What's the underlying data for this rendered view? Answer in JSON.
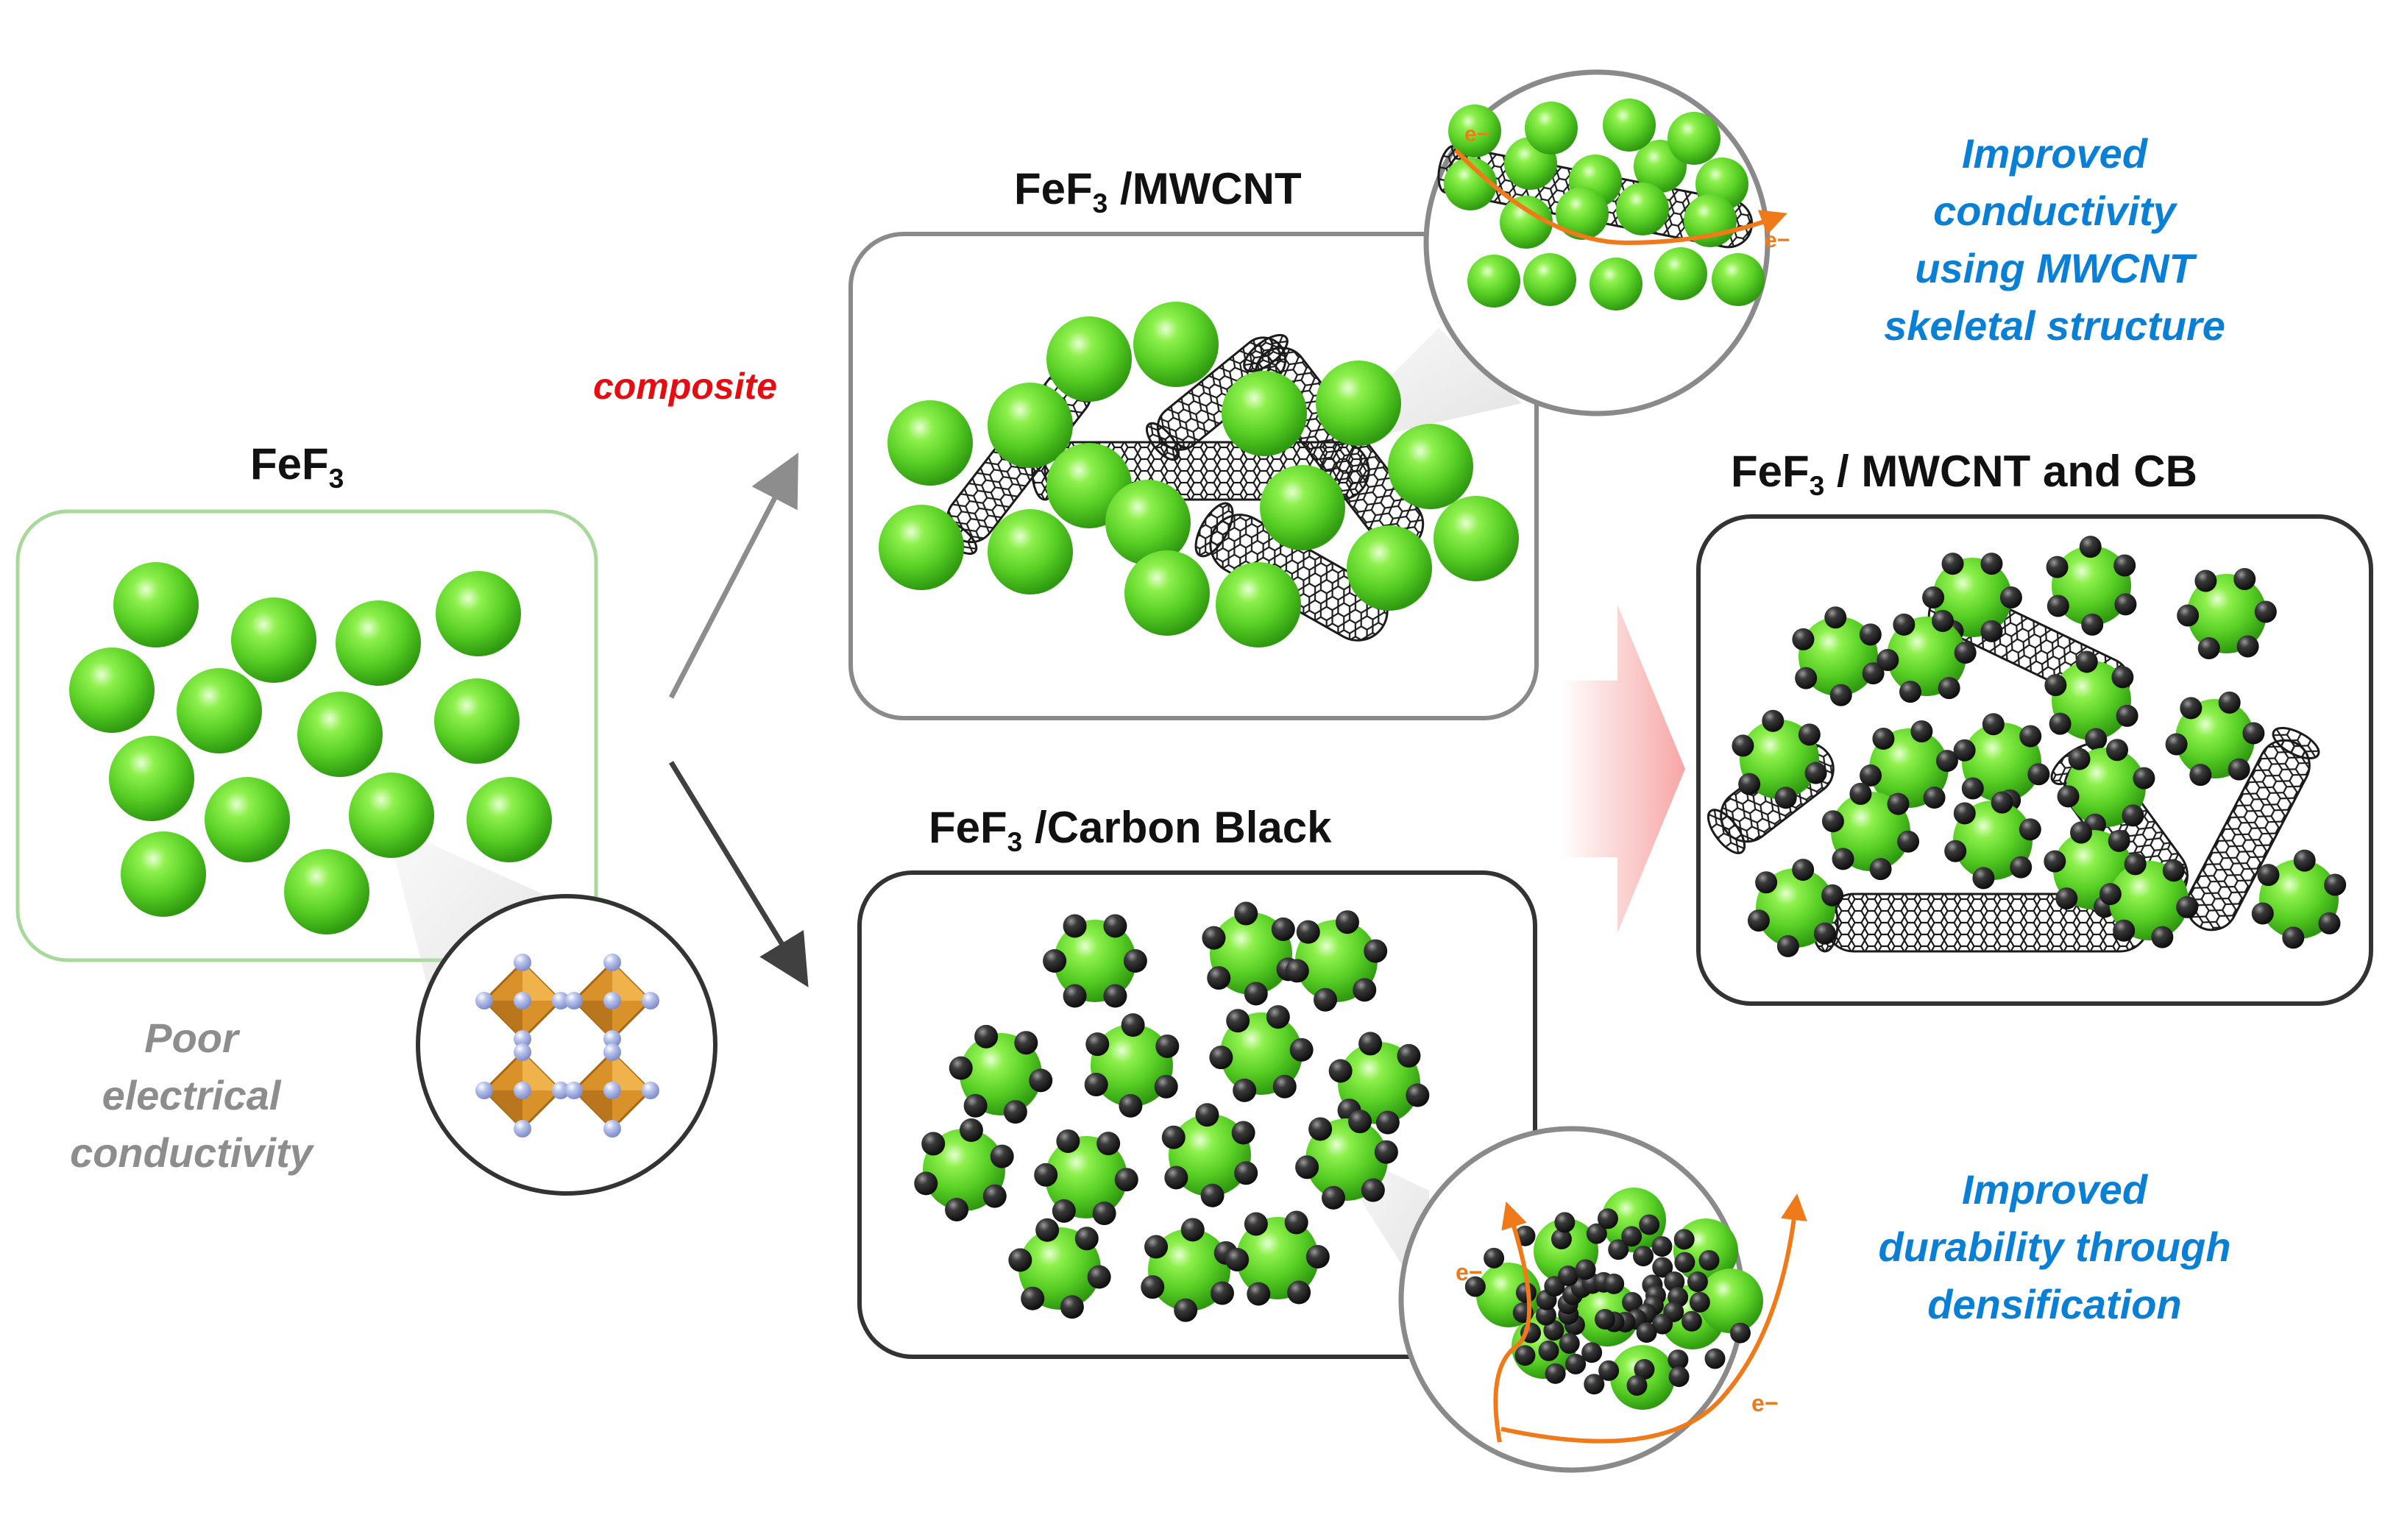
{
  "labels": {
    "fef3": {
      "main": "FeF",
      "sub": "3",
      "rest": ""
    },
    "mwcnt": {
      "main": "FeF",
      "sub": "3",
      "rest": " /MWCNT"
    },
    "carbon_black": {
      "main": "FeF",
      "sub": "3",
      "rest": " /Carbon Black"
    },
    "combined": {
      "main": "FeF",
      "sub": "3",
      "rest": " / MWCNT and CB"
    },
    "composite": "composite",
    "electron": "e−"
  },
  "notes": {
    "poor": [
      "Poor",
      "electrical",
      "conductivity"
    ],
    "mwcnt": [
      "Improved",
      "conductivity",
      "using MWCNT",
      "skeletal structure"
    ],
    "cb": [
      "Improved",
      "durability through",
      "densification"
    ]
  },
  "colors": {
    "particle": "#5ed52a",
    "carbon_black": "#2a2a2a",
    "fef3_border": "#a8d99a",
    "mwcnt_border": "#8a8a8a",
    "box_border": "#333333",
    "note_blue": "#0a7fd6",
    "note_grey": "#8d8d8d",
    "composite_red": "#e50d12",
    "electron_orange": "#f07a1a",
    "octahedron": "#d9922a",
    "big_arrow": "#f8b8b8"
  }
}
